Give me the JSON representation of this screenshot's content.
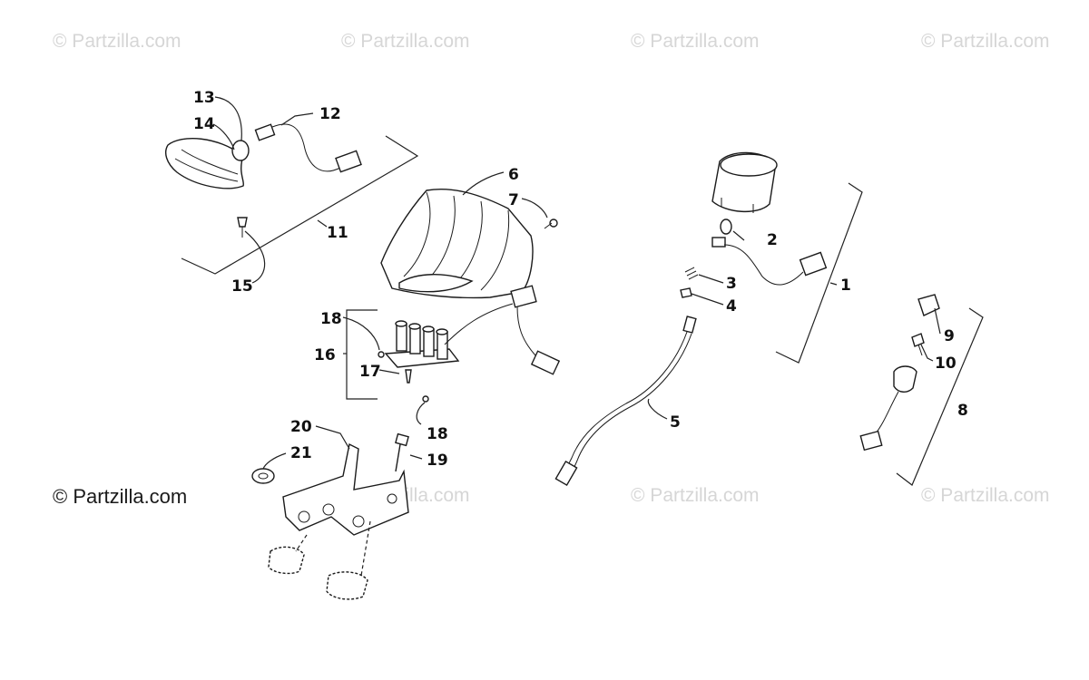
{
  "watermarks": {
    "top": [
      "© Partzilla.com",
      "© Partzilla.com",
      "© Partzilla.com",
      "© Partzilla.com"
    ],
    "middle": [
      "© Partzilla.com",
      "© Partzilla.com",
      "© Partzilla.com"
    ],
    "dark": "© Partzilla.com"
  },
  "callouts": {
    "c1": "1",
    "c2": "2",
    "c3": "3",
    "c4": "4",
    "c5": "5",
    "c6": "6",
    "c7": "7",
    "c8": "8",
    "c9": "9",
    "c10": "10",
    "c11": "11",
    "c12": "12",
    "c13": "13",
    "c14": "14",
    "c15": "15",
    "c16": "16",
    "c17": "17",
    "c18a": "18",
    "c18b": "18",
    "c19": "19",
    "c20": "20",
    "c21": "21"
  }
}
